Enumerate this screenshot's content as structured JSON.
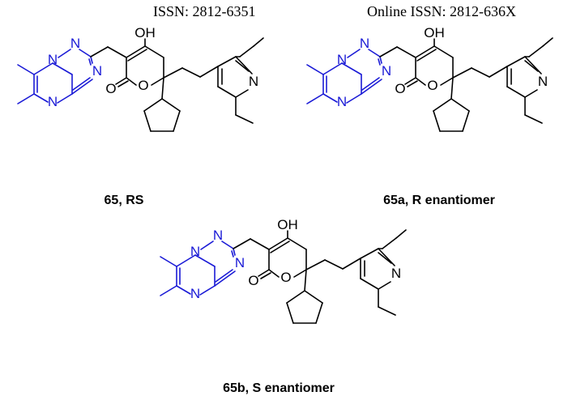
{
  "header": {
    "issn": "ISSN: 2812-6351",
    "online_issn": "Online ISSN: 2812-636X"
  },
  "colors": {
    "heterocycle": "#1a1ad6",
    "bond": "#000000"
  },
  "atoms": {
    "oh": "OH",
    "n": "N",
    "o": "O"
  },
  "compounds": [
    {
      "caption": "65, RS"
    },
    {
      "caption": "65a, R enantiomer"
    },
    {
      "caption": "65b, S enantiomer"
    }
  ]
}
